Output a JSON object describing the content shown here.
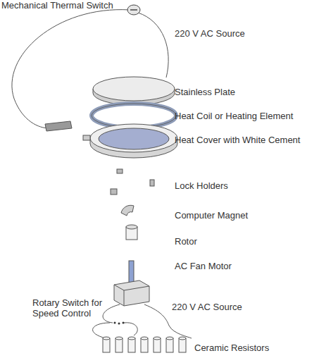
{
  "diagram": {
    "labels": [
      "Mechanical Thermal Switch",
      "220 V AC Source",
      "Stainless Plate",
      "Heat Coil or Heating Element",
      "Heat Cover with White Cement",
      "Lock Holders",
      "Computer Magnet",
      "Rotor",
      "AC Fan Motor",
      "Rotary Switch for Speed Control",
      "220 V AC Source",
      "Ceramic Resistors"
    ]
  }
}
